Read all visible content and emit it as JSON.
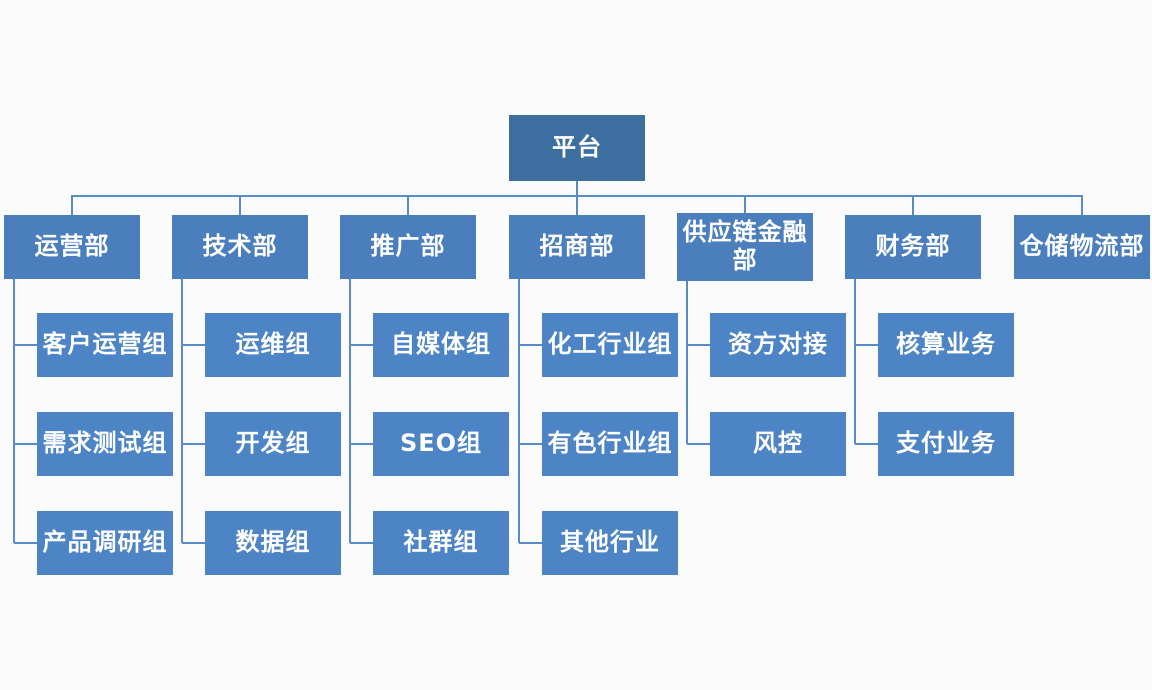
{
  "diagram": {
    "type": "org-chart",
    "root": {
      "label": "平台"
    },
    "departments": [
      {
        "label": "运营部",
        "children": [
          "客户运营组",
          "需求测试组",
          "产品调研组"
        ]
      },
      {
        "label": "技术部",
        "children": [
          "运维组",
          "开发组",
          "数据组"
        ]
      },
      {
        "label": "推广部",
        "children": [
          "自媒体组",
          "SEO组",
          "社群组"
        ]
      },
      {
        "label": "招商部",
        "children": [
          "化工行业组",
          "有色行业组",
          "其他行业"
        ]
      },
      {
        "label": "供应链金融部",
        "children": [
          "资方对接",
          "风控"
        ]
      },
      {
        "label": "财务部",
        "children": [
          "核算业务",
          "支付业务"
        ]
      },
      {
        "label": "仓储物流部",
        "children": []
      }
    ],
    "colors": {
      "root_box": "#3c6e9f",
      "department_box": "#4a7ebc",
      "group_box": "#4c84c6",
      "connector_line": "#5b8ac8",
      "text": "#ffffff",
      "background": "#fcfbfb"
    }
  }
}
